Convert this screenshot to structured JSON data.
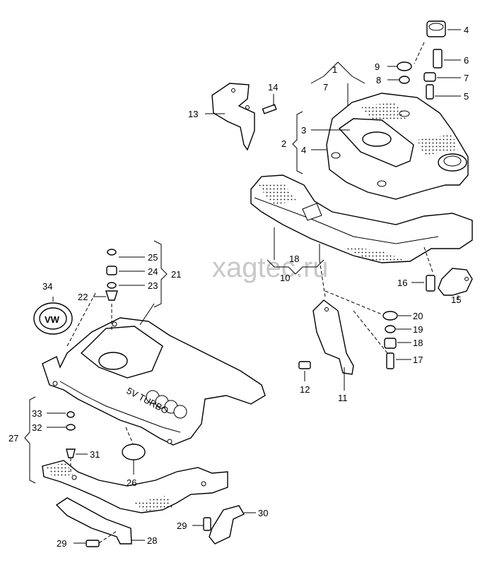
{
  "watermark": "xagtec.ru",
  "brand_mark": "VW",
  "embossed_text": "5V TURBO",
  "labels": {
    "l1": "1",
    "l2": "2",
    "l3": "3",
    "l4a": "4",
    "l4b": "4",
    "l5": "5",
    "l6": "6",
    "l7a": "7",
    "l7b": "7",
    "l8": "8",
    "l9": "9",
    "l10": "10",
    "l11": "11",
    "l12": "12",
    "l13": "13",
    "l14": "14",
    "l15": "15",
    "l16": "16",
    "l17": "17",
    "l18a": "18",
    "l18b": "18",
    "l19": "19",
    "l20": "20",
    "l21": "21",
    "l22": "22",
    "l23": "23",
    "l24": "24",
    "l25": "25",
    "l26": "26",
    "l27": "27",
    "l28": "28",
    "l29a": "29",
    "l29b": "29",
    "l30": "30",
    "l31": "31",
    "l32": "32",
    "l33": "33",
    "l34": "34"
  }
}
